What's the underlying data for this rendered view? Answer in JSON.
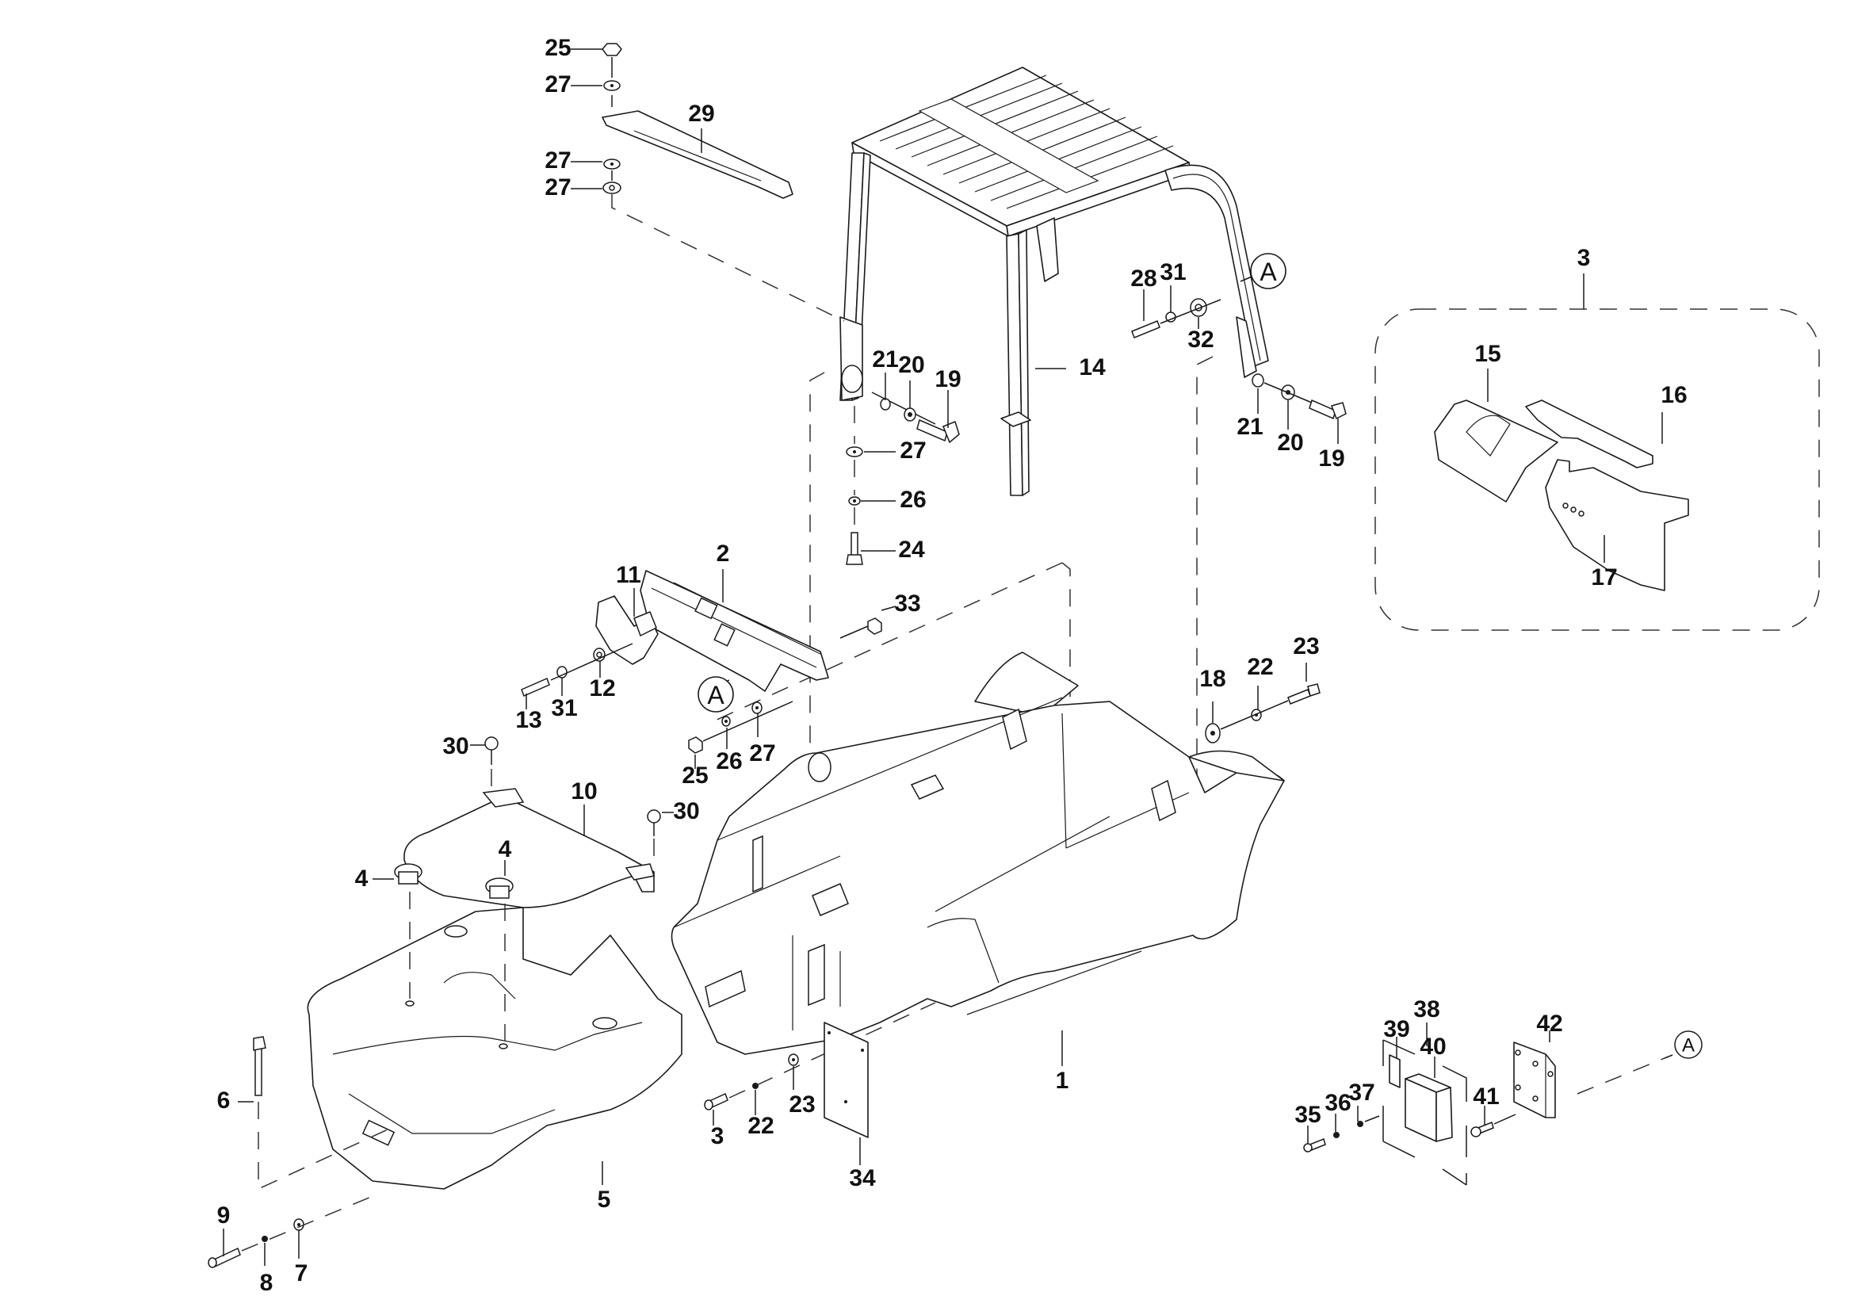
{
  "diagram": {
    "type": "exploded-parts-diagram",
    "subject": "Forklift overhead guard, chassis frame and counterweight assembly",
    "labels": [
      {
        "id": "1",
        "text": "1",
        "part": "chassis-frame"
      },
      {
        "id": "2",
        "text": "2",
        "part": "cross-member-bracket"
      },
      {
        "id": "3a",
        "text": "3",
        "part": "cover-set-group"
      },
      {
        "id": "3b",
        "text": "3",
        "part": "bolt"
      },
      {
        "id": "4a",
        "text": "4",
        "part": "plug-cap"
      },
      {
        "id": "4b",
        "text": "4",
        "part": "plug-cap"
      },
      {
        "id": "5",
        "text": "5",
        "part": "counterweight"
      },
      {
        "id": "6",
        "text": "6",
        "part": "lifting-pin"
      },
      {
        "id": "7",
        "text": "7",
        "part": "washer"
      },
      {
        "id": "8",
        "text": "8",
        "part": "lock-washer"
      },
      {
        "id": "9",
        "text": "9",
        "part": "bolt"
      },
      {
        "id": "10",
        "text": "10",
        "part": "counterweight-cover-plate"
      },
      {
        "id": "11",
        "text": "11",
        "part": "hinge-bracket"
      },
      {
        "id": "12",
        "text": "12",
        "part": "washer"
      },
      {
        "id": "13",
        "text": "13",
        "part": "bolt"
      },
      {
        "id": "14",
        "text": "14",
        "part": "overhead-guard"
      },
      {
        "id": "15",
        "text": "15",
        "part": "cover-front"
      },
      {
        "id": "16",
        "text": "16",
        "part": "cover-plate"
      },
      {
        "id": "17",
        "text": "17",
        "part": "cover-side"
      },
      {
        "id": "18",
        "text": "18",
        "part": "large-washer"
      },
      {
        "id": "19a",
        "text": "19",
        "part": "bolt"
      },
      {
        "id": "19b",
        "text": "19",
        "part": "bolt"
      },
      {
        "id": "20a",
        "text": "20",
        "part": "lock-washer"
      },
      {
        "id": "20b",
        "text": "20",
        "part": "lock-washer"
      },
      {
        "id": "21a",
        "text": "21",
        "part": "washer"
      },
      {
        "id": "21b",
        "text": "21",
        "part": "washer"
      },
      {
        "id": "22a",
        "text": "22",
        "part": "lock-washer"
      },
      {
        "id": "22b",
        "text": "22",
        "part": "lock-washer"
      },
      {
        "id": "23a",
        "text": "23",
        "part": "bolt"
      },
      {
        "id": "23b",
        "text": "23",
        "part": "washer"
      },
      {
        "id": "24",
        "text": "24",
        "part": "bolt"
      },
      {
        "id": "25a",
        "text": "25",
        "part": "nut"
      },
      {
        "id": "25b",
        "text": "25",
        "part": "nut"
      },
      {
        "id": "26a",
        "text": "26",
        "part": "lock-washer"
      },
      {
        "id": "26b",
        "text": "26",
        "part": "lock-washer"
      },
      {
        "id": "27a",
        "text": "27",
        "part": "washer"
      },
      {
        "id": "27b",
        "text": "27",
        "part": "washer"
      },
      {
        "id": "27c",
        "text": "27",
        "part": "washer"
      },
      {
        "id": "27d",
        "text": "27",
        "part": "washer"
      },
      {
        "id": "27e",
        "text": "27",
        "part": "washer"
      },
      {
        "id": "28",
        "text": "28",
        "part": "bolt"
      },
      {
        "id": "29",
        "text": "29",
        "part": "strap-bracket"
      },
      {
        "id": "30a",
        "text": "30",
        "part": "knob-screw"
      },
      {
        "id": "30b",
        "text": "30",
        "part": "knob-screw"
      },
      {
        "id": "31a",
        "text": "31",
        "part": "lock-washer"
      },
      {
        "id": "31b",
        "text": "31",
        "part": "lock-washer"
      },
      {
        "id": "32",
        "text": "32",
        "part": "washer"
      },
      {
        "id": "33",
        "text": "33",
        "part": "nut"
      },
      {
        "id": "34",
        "text": "34",
        "part": "plate"
      },
      {
        "id": "35",
        "text": "35",
        "part": "bolt"
      },
      {
        "id": "36",
        "text": "36",
        "part": "lock-washer"
      },
      {
        "id": "37",
        "text": "37",
        "part": "nut"
      },
      {
        "id": "38",
        "text": "38",
        "part": "box-assembly-group"
      },
      {
        "id": "39",
        "text": "39",
        "part": "label-plate"
      },
      {
        "id": "40",
        "text": "40",
        "part": "box"
      },
      {
        "id": "41",
        "text": "41",
        "part": "bolt"
      },
      {
        "id": "42",
        "text": "42",
        "part": "mounting-bracket"
      }
    ],
    "detail_refs": [
      {
        "id": "A1",
        "text": "A"
      },
      {
        "id": "A2",
        "text": "A"
      },
      {
        "id": "A3",
        "text": "A"
      }
    ]
  }
}
